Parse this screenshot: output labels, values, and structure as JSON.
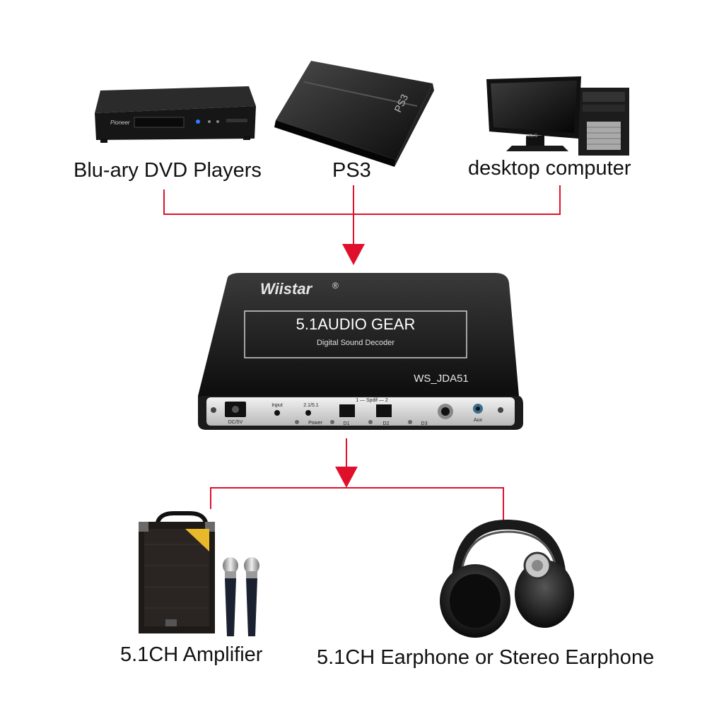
{
  "sources": [
    {
      "label": "Blu-ary DVD Players",
      "icon": "blu-ray-player-icon",
      "screen_brand": "Pioneer"
    },
    {
      "label": "PS3",
      "icon": "ps3-console-icon",
      "brand": "PS3"
    },
    {
      "label": "desktop computer",
      "icon": "desktop-computer-icon",
      "monitor_brand": "ASUS"
    }
  ],
  "decoder": {
    "brand": "Wiistar",
    "registered": "®",
    "title": "5.1AUDIO GEAR",
    "subtitle": "Digital Sound Decoder",
    "model": "WS_JDA51",
    "ports": {
      "dc": "DC/5V",
      "input": "Input",
      "mode": "2.1/5.1",
      "power": "Power",
      "spdif": "1 — Spdif — 2",
      "d1": "D1",
      "d2": "D2",
      "d3": "D3",
      "aux": "Aux"
    }
  },
  "outputs": [
    {
      "label": "5.1CH Amplifier",
      "icon": "speaker-amplifier-icon"
    },
    {
      "label": "5.1CH Earphone or Stereo Earphone",
      "icon": "headphones-icon"
    }
  ],
  "colors": {
    "connector": "#e0102c",
    "device": "#1a1a1a",
    "panel": "#d9d9d9"
  }
}
